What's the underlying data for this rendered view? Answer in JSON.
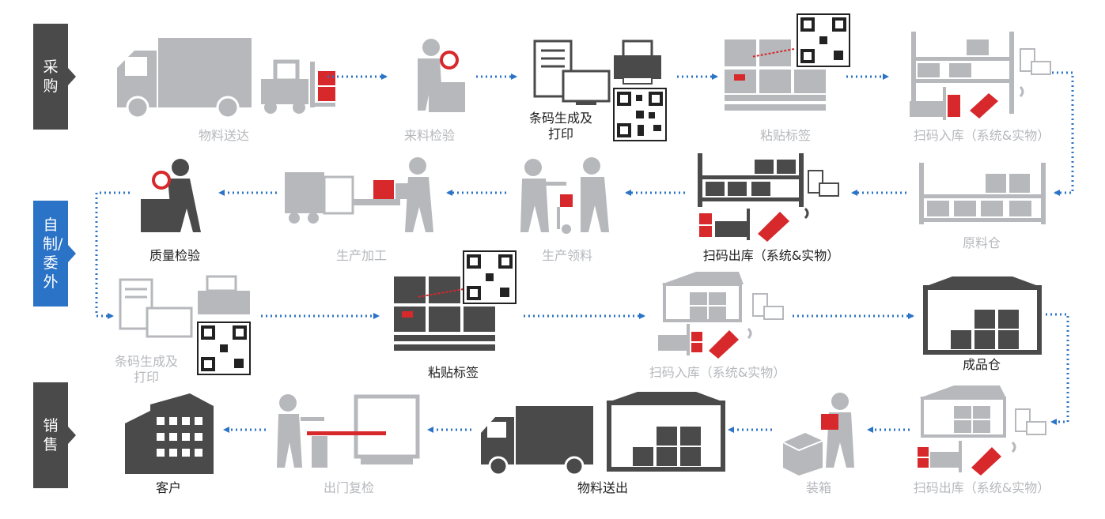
{
  "bands": {
    "procurement": "采购",
    "production": "自制/委外",
    "sales": "销售"
  },
  "steps": {
    "s1": "物料送达",
    "s2": "来料检验",
    "s3": "条码生成及打印",
    "s4": "粘贴标签",
    "s5": "扫码入库（系统&实物）",
    "s6": "原料仓",
    "s7": "扫码出库（系统&实物）",
    "s8": "生产领料",
    "s9": "生产加工",
    "s10": "质量检验",
    "s11": "条码生成及打印",
    "s12": "粘贴标签",
    "s13": "扫码入库（系统&实物）",
    "s14": "成品仓",
    "s15": "扫码出库（系统&实物）",
    "s16": "装箱",
    "s17": "物料送出",
    "s18": "出门复检",
    "s19": "客户"
  },
  "colors": {
    "flow": "#2a73c6",
    "accent": "#d7282c",
    "dark": "#4a4a4a",
    "light": "#b6b8bc"
  }
}
